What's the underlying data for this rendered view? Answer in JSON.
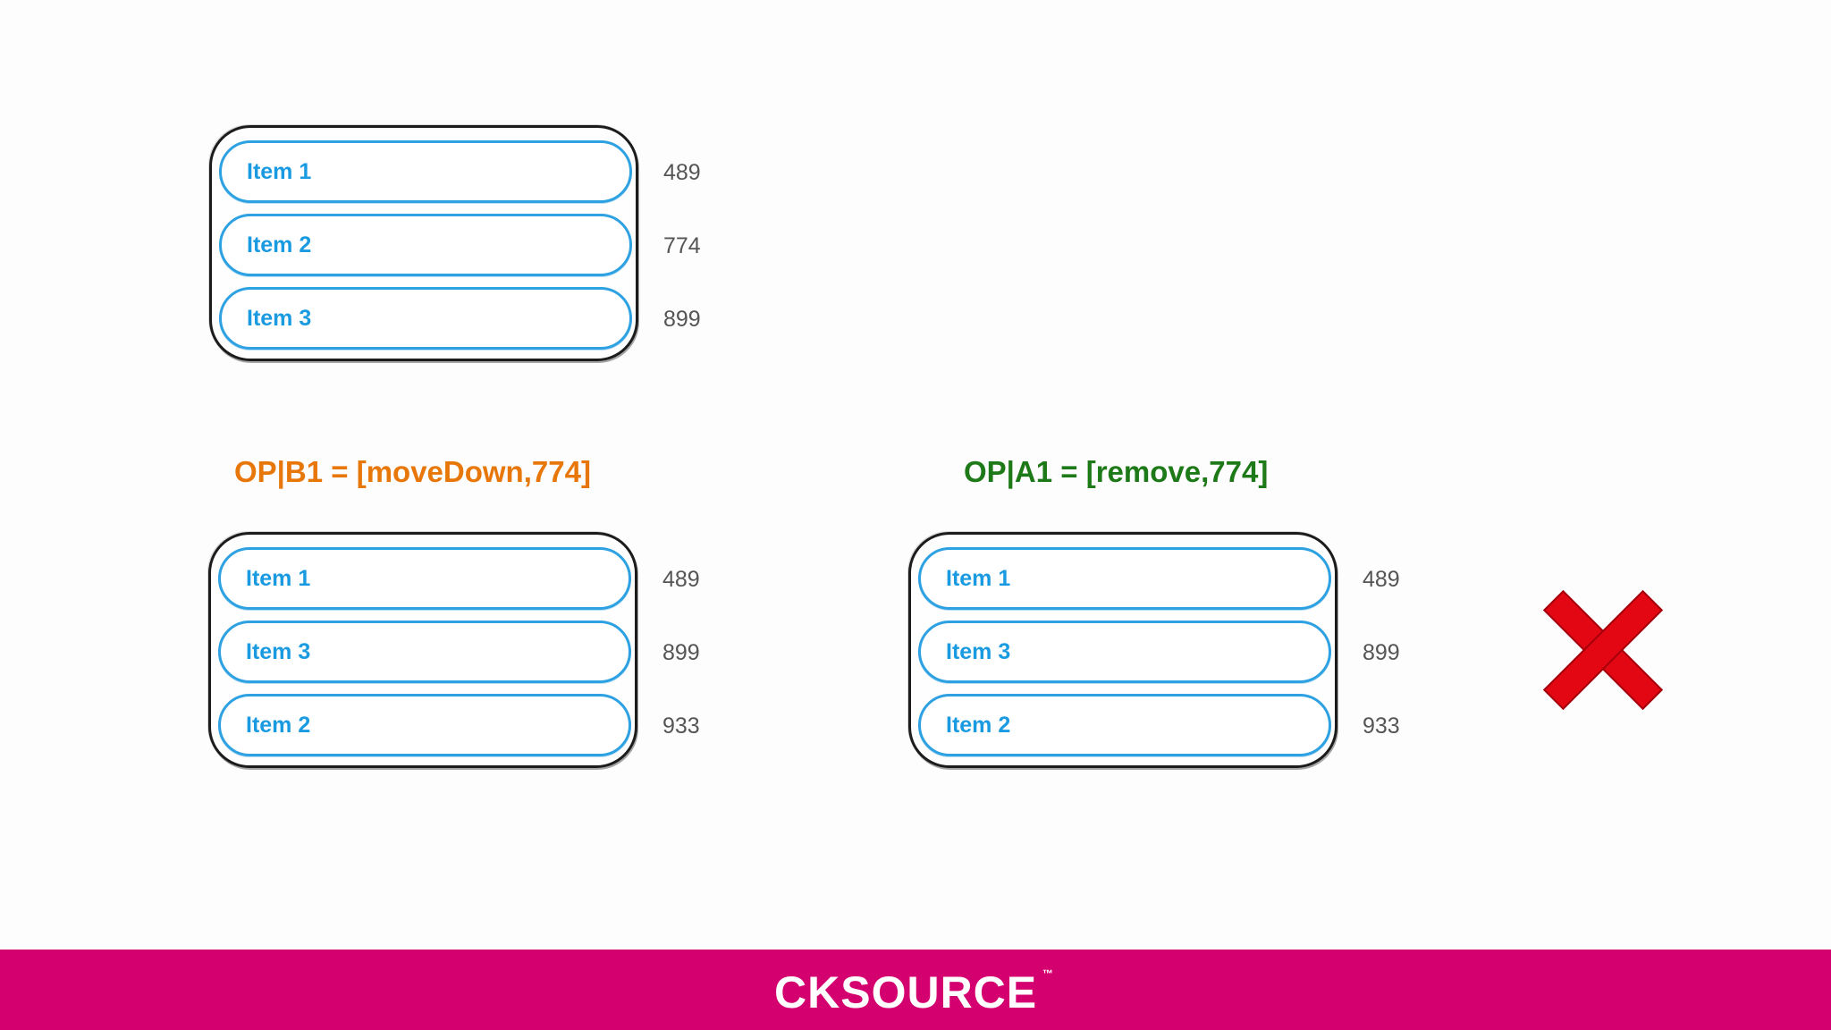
{
  "colors": {
    "item_text": "#1a9ae0",
    "item_border": "#2ea1e2",
    "op_b": "#e8770a",
    "op_a": "#1e7a18",
    "cross": "#e30613",
    "footer": "#d5006f"
  },
  "diagrams": {
    "initial": {
      "items": [
        {
          "label": "Item 1",
          "id": "489"
        },
        {
          "label": "Item 2",
          "id": "774"
        },
        {
          "label": "Item 3",
          "id": "899"
        }
      ]
    },
    "after_b": {
      "operation": "OP|B1 = [moveDown,774]",
      "items": [
        {
          "label": "Item 1",
          "id": "489"
        },
        {
          "label": "Item 3",
          "id": "899"
        },
        {
          "label": "Item 2",
          "id": "933"
        }
      ]
    },
    "after_a": {
      "operation": "OP|A1 = [remove,774]",
      "items": [
        {
          "label": "Item 1",
          "id": "489"
        },
        {
          "label": "Item 3",
          "id": "899"
        },
        {
          "label": "Item 2",
          "id": "933"
        }
      ]
    }
  },
  "result": {
    "icon": "red-cross-icon"
  },
  "footer": {
    "logo_text": "CKSOURCE",
    "trademark": "™"
  }
}
